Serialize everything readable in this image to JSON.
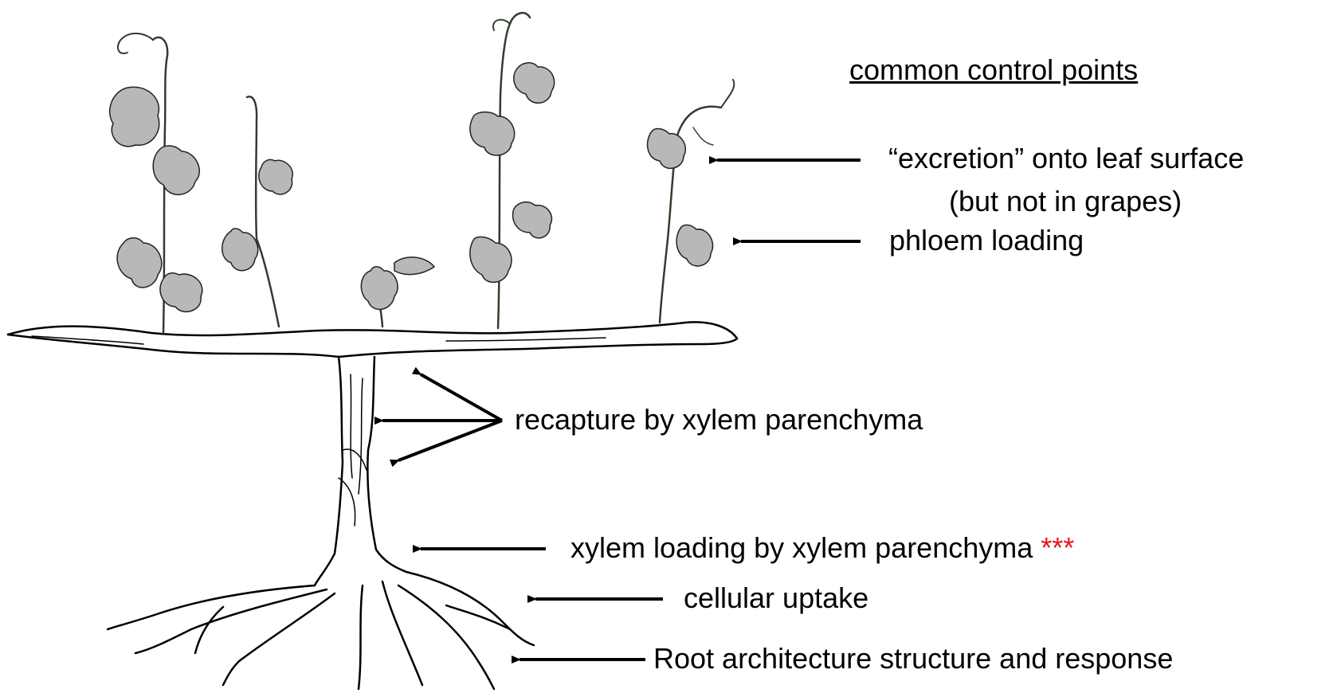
{
  "heading": "common control points",
  "labels": {
    "excretion": "“excretion” onto leaf surface",
    "excretion_note": "(but not in grapes)",
    "phloem": "phloem loading",
    "recapture": "recapture by xylem parenchyma",
    "xylem_loading": "xylem loading by xylem parenchyma",
    "xylem_loading_mark": "***",
    "uptake": "cellular uptake",
    "root": "Root architecture structure and response"
  },
  "colors": {
    "ink": "#000000",
    "leaf_fill": "#b8b8b8",
    "leaf_dark": "#4a6b3a",
    "highlight_mark": "#e8141b"
  }
}
